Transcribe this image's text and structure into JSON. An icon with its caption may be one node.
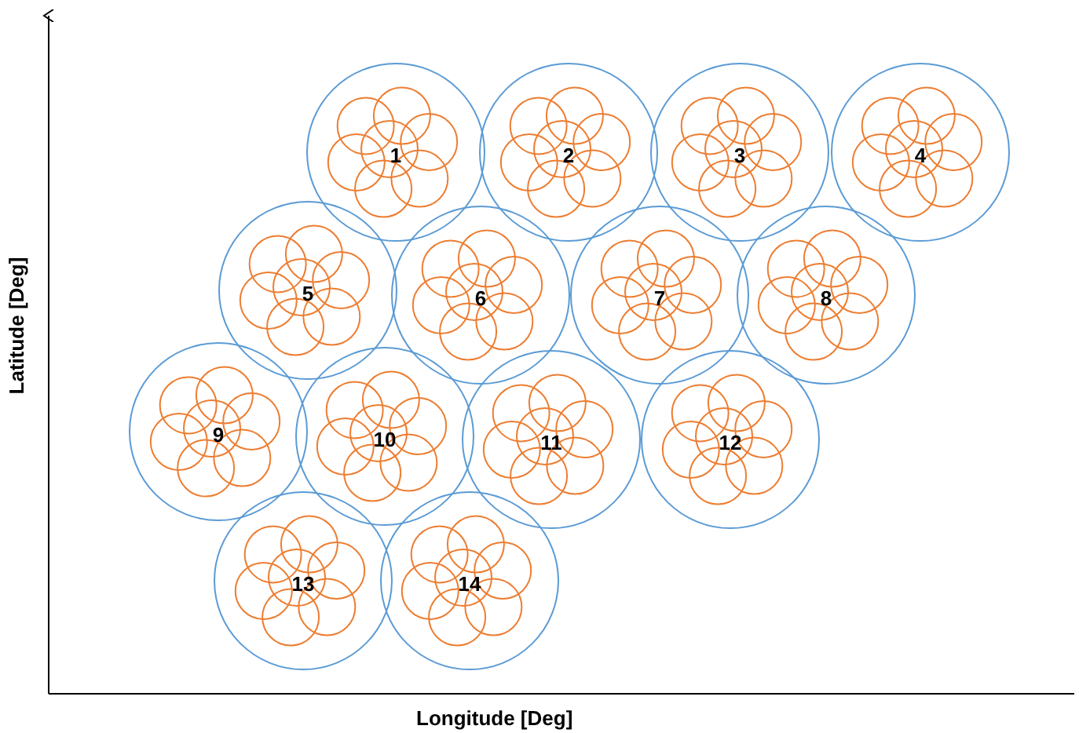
{
  "diagram": {
    "nodes": [
      {
        "text": [
          "1"
        ]
      },
      {
        "text": [
          "2"
        ]
      },
      {
        "text": [
          "3"
        ]
      },
      {
        "text": [
          "4"
        ]
      },
      {
        "text": [
          "5"
        ]
      },
      {
        "text": [
          "6"
        ]
      },
      {
        "text": [
          "7"
        ]
      },
      {
        "text": [
          "8"
        ]
      },
      {
        "text": [
          "9"
        ]
      },
      {
        "text": [
          "10"
        ]
      },
      {
        "text": [
          "11"
        ]
      },
      {
        "text": [
          "12"
        ]
      },
      {
        "text": [
          "13"
        ]
      },
      {
        "text": [
          "14"
        ]
      }
    ],
    "labels": [
      "Latitude [Deg]",
      "Longitude [Deg]"
    ]
  }
}
